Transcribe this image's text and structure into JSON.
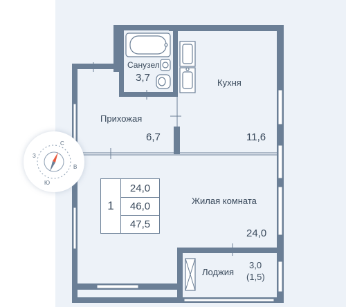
{
  "compass": {
    "north": "С",
    "east": "В",
    "south": "Ю",
    "west": "З"
  },
  "legend": {
    "rooms": "1",
    "living_area": "24,0",
    "total_area": "46,0",
    "total_area_with_balcony": "47,5"
  },
  "rooms": [
    {
      "name": "Санузел",
      "area": "3,7"
    },
    {
      "name": "Кухня",
      "area": "11,6"
    },
    {
      "name": "Прихожая",
      "area": "6,7"
    },
    {
      "name": "Жилая комната",
      "area": "24,0"
    },
    {
      "name": "Лоджия",
      "area": "3,0",
      "area_reduced": "(1,5)"
    }
  ],
  "colors": {
    "wall": "#6b7f96",
    "floor": "#edf2f8",
    "text": "#3a4a5c",
    "compass_arrow": "#e8583c"
  }
}
